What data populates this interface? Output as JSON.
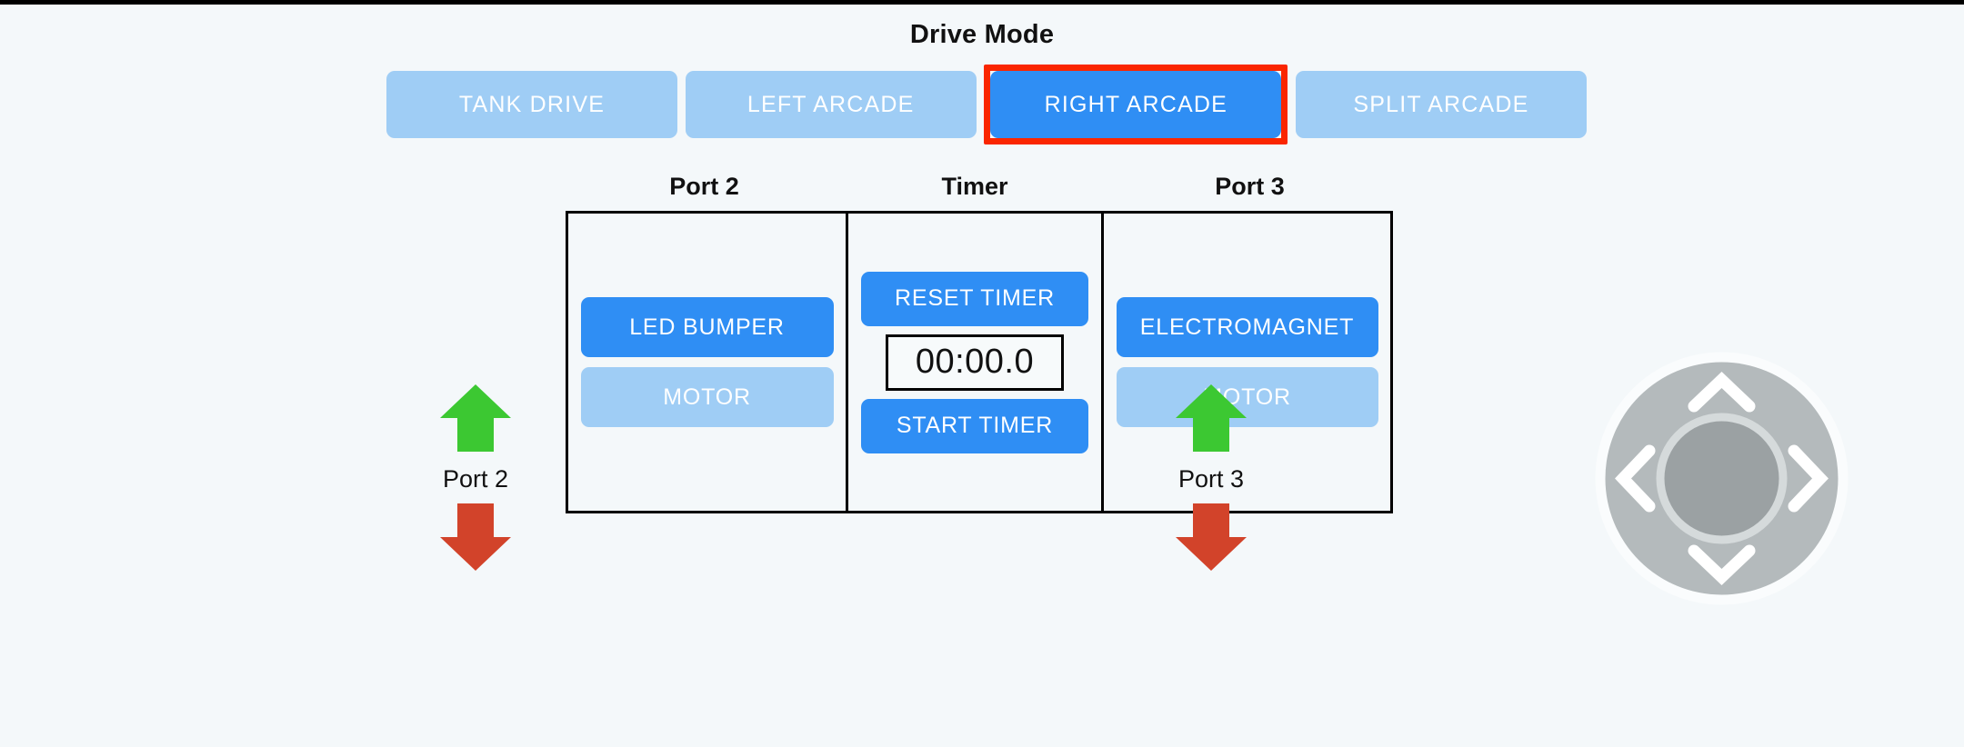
{
  "drive_mode": {
    "title": "Drive Mode",
    "selected": "RIGHT ARCADE",
    "options": [
      {
        "label": "TANK DRIVE",
        "active": false
      },
      {
        "label": "LEFT ARCADE",
        "active": false
      },
      {
        "label": "RIGHT ARCADE",
        "active": true
      },
      {
        "label": "SPLIT ARCADE",
        "active": false
      }
    ]
  },
  "panels": {
    "port2": {
      "title": "Port 2",
      "buttons": [
        {
          "label": "LED BUMPER",
          "active": true
        },
        {
          "label": "MOTOR",
          "active": false
        }
      ]
    },
    "timer": {
      "title": "Timer",
      "reset_label": "RESET TIMER",
      "display": "00:00.0",
      "start_label": "START TIMER"
    },
    "port3": {
      "title": "Port 3",
      "buttons": [
        {
          "label": "ELECTROMAGNET",
          "active": true
        },
        {
          "label": "MOTOR",
          "active": false
        }
      ]
    }
  },
  "port_controls": [
    {
      "label": "Port 2",
      "up_icon": "arrow-up-icon",
      "down_icon": "arrow-down-icon"
    },
    {
      "label": "Port 3",
      "up_icon": "arrow-up-icon",
      "down_icon": "arrow-down-icon"
    }
  ],
  "dpad": {
    "up": "chevron-up-icon",
    "down": "chevron-down-icon",
    "left": "chevron-left-icon",
    "right": "chevron-right-icon",
    "center": "dpad-center-knob"
  },
  "colors": {
    "background": "#f4f8fa",
    "accent_blue": "#2f8ef4",
    "inactive_blue": "#9fcdf5",
    "highlight_red": "#fa2600",
    "arrow_up_green": "#3cc832",
    "arrow_down_red": "#d2432a",
    "dpad_gray": "#b4babc",
    "dpad_knob": "#9ba1a3",
    "border_black": "#000000"
  }
}
